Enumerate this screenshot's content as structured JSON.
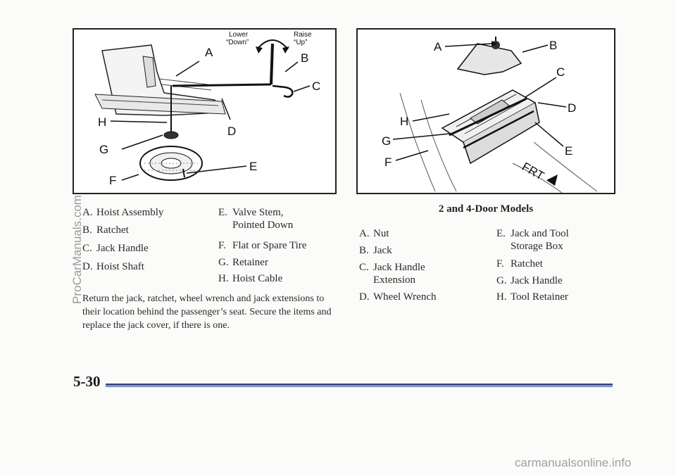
{
  "figure_left": {
    "callouts": [
      "A",
      "B",
      "C",
      "D",
      "E",
      "F",
      "G",
      "H"
    ],
    "lower_label": "Lower",
    "lower_sub": "“Down”",
    "raise_label": "Raise",
    "raise_sub": "“Up”"
  },
  "figure_right": {
    "callouts": [
      "A",
      "B",
      "C",
      "D",
      "E",
      "F",
      "G",
      "H"
    ],
    "front_label": "FRT"
  },
  "legend_left": {
    "col1": [
      {
        "letter": "A.",
        "text": "Hoist Assembly"
      },
      {
        "letter": "B.",
        "text": "Ratchet"
      },
      {
        "letter": "C.",
        "text": "Jack Handle"
      },
      {
        "letter": "D.",
        "text": "Hoist Shaft"
      }
    ],
    "col2": [
      {
        "letter": "E.",
        "text": "Valve Stem,",
        "text2": "Pointed Down"
      },
      {
        "letter": "F.",
        "text": "Flat or Spare Tire"
      },
      {
        "letter": "G.",
        "text": "Retainer"
      },
      {
        "letter": "H.",
        "text": "Hoist Cable"
      }
    ]
  },
  "paragraph": "Return the jack, ratchet, wheel wrench and jack extensions to their location behind the passenger’s seat. Secure the items and replace the jack cover, if there is one.",
  "models_title": "2 and 4-Door Models",
  "legend_right": {
    "col1": [
      {
        "letter": "A.",
        "text": "Nut"
      },
      {
        "letter": "B.",
        "text": "Jack"
      },
      {
        "letter": "C.",
        "text": "Jack Handle",
        "text2": "Extension"
      },
      {
        "letter": "D.",
        "text": "Wheel Wrench"
      }
    ],
    "col2": [
      {
        "letter": "E.",
        "text": "Jack and Tool",
        "text2": "Storage Box"
      },
      {
        "letter": "F.",
        "text": "Ratchet"
      },
      {
        "letter": "G.",
        "text": "Jack Handle"
      },
      {
        "letter": "H.",
        "text": "Tool Retainer"
      }
    ]
  },
  "page_number": "5-30",
  "watermark_side": "ProCarManuals.com",
  "watermark_bottom": "carmanualsonline.info",
  "colors": {
    "rule": "#3d4b8c",
    "watermark": "#9a9a9a"
  }
}
